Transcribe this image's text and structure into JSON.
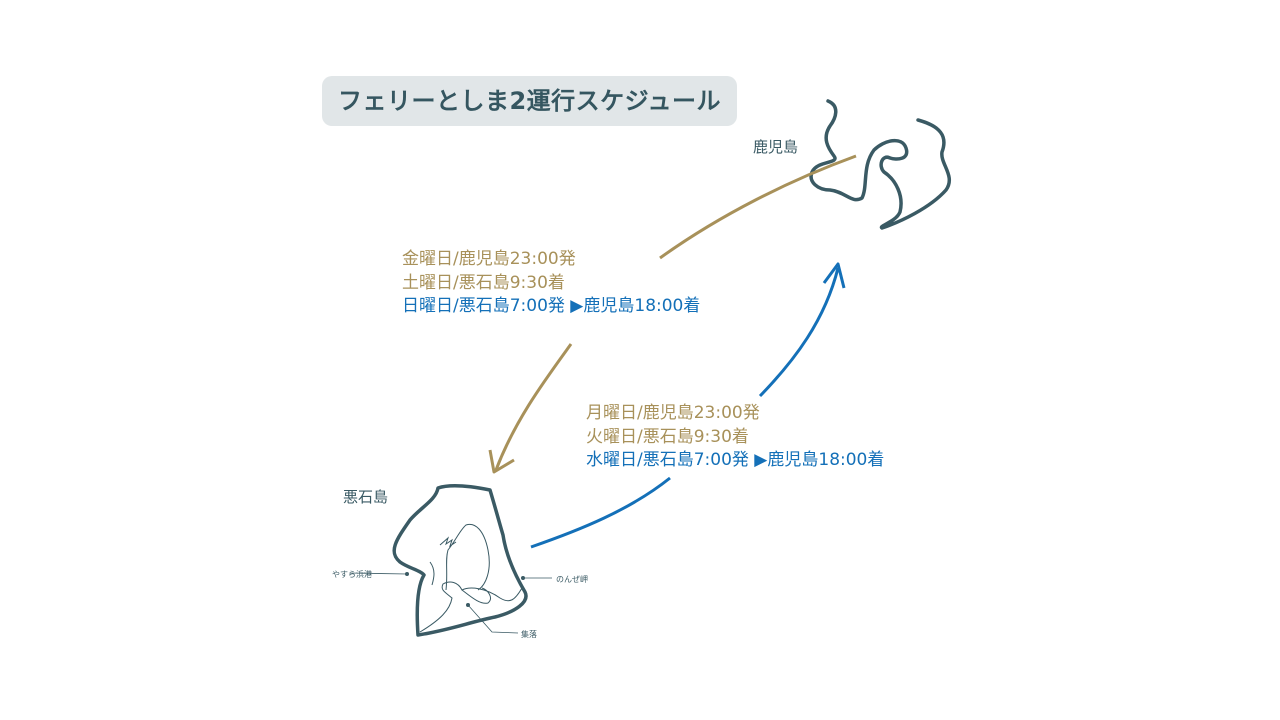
{
  "title": "フェリーとしま2運行スケジュール",
  "places": {
    "kagoshima": "鹿児島",
    "akuseki": "悪石島"
  },
  "landmarks": {
    "port": "やすら浜港",
    "cape": "のんぜ岬",
    "village": "集落"
  },
  "schedule_a": [
    "金曜日/鹿児島23:00発",
    "土曜日/悪石島9:30着",
    "日曜日/悪石島7:00発 ▶鹿児島18:00着"
  ],
  "schedule_b": [
    "月曜日/鹿児島23:00発",
    "火曜日/悪石島9:30着",
    "水曜日/悪石島7:00発 ▶鹿児島18:00着"
  ],
  "colors": {
    "outbound": "#a8915a",
    "return": "#1470b8",
    "island": "#3a5a64"
  }
}
